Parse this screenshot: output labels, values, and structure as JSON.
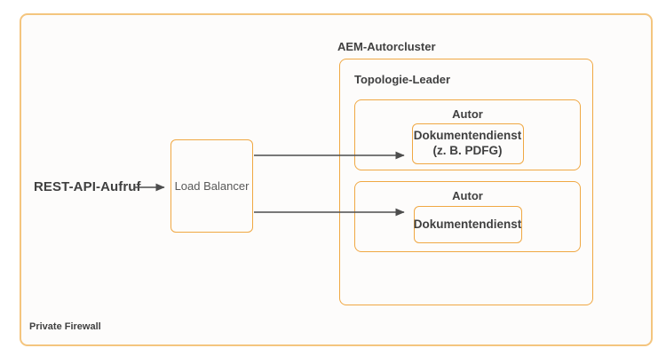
{
  "diagram": {
    "firewall": {
      "label": "Private Firewall"
    },
    "request": {
      "label": "REST-API-Aufruf"
    },
    "load_balancer": {
      "label": "Load Balancer"
    },
    "cluster": {
      "label": "AEM-Autorcluster",
      "topology_leader": {
        "label": "Topologie-Leader",
        "authors": [
          {
            "label": "Autor",
            "service": {
              "line1": "Dokumentendienst",
              "line2": "(z. B. PDFG)"
            }
          },
          {
            "label": "Autor",
            "service": {
              "line1": "Dokumentendienst"
            }
          }
        ]
      }
    },
    "colors": {
      "box_border": "#F0A843",
      "outer_border": "#F4C57E",
      "arrow": "#4D4D4D",
      "heading_text": "#404040",
      "body_text": "#595959",
      "canvas_background": "#FDFCFB"
    }
  }
}
